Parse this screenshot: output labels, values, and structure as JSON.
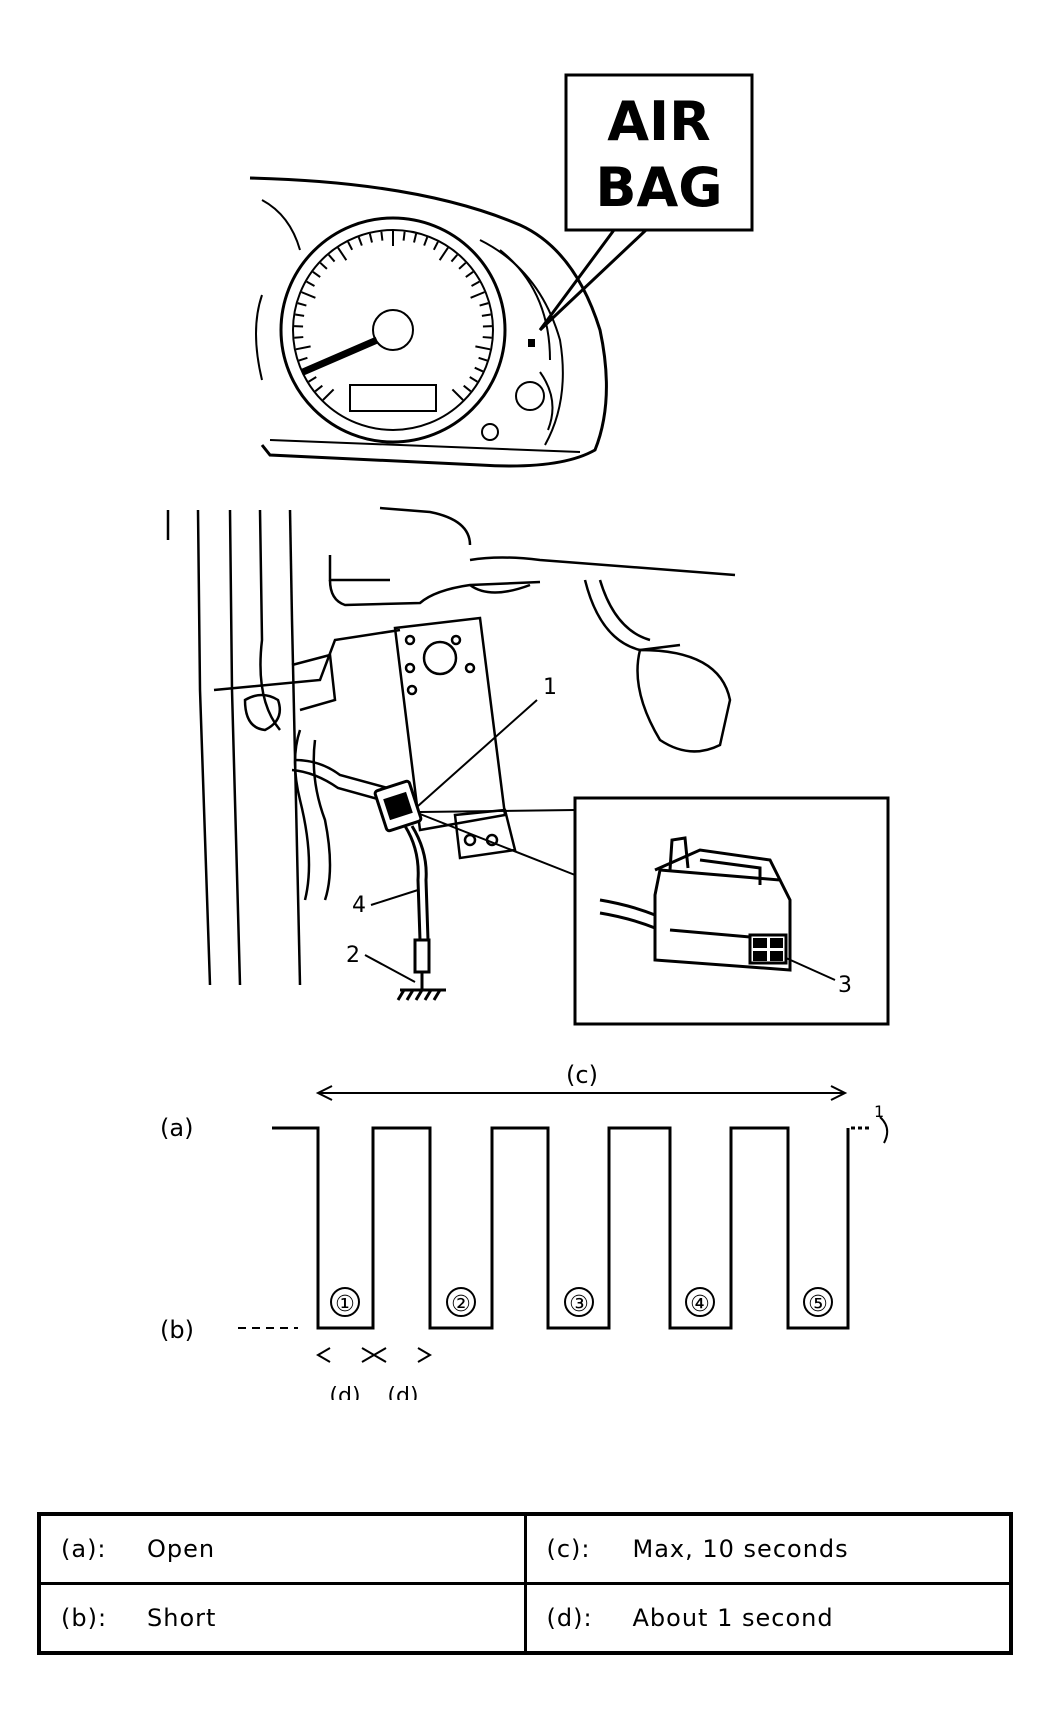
{
  "indicator": {
    "line1": "AIR",
    "line2": "BAG"
  },
  "callouts": {
    "c1": "1",
    "c2": "2",
    "c3": "3",
    "c4": "4"
  },
  "waveform": {
    "level_high": "(a)",
    "level_low": "(b)",
    "span": "(c)",
    "step": "(d)",
    "tail_mark": "1",
    "pulses": [
      "①",
      "②",
      "③",
      "④",
      "⑤"
    ]
  },
  "legend": [
    {
      "key": "(a):",
      "value": "Open"
    },
    {
      "key": "(c):",
      "value": "Max, 10 seconds"
    },
    {
      "key": "(b):",
      "value": "Short"
    },
    {
      "key": "(d):",
      "value": "About 1 second"
    }
  ]
}
